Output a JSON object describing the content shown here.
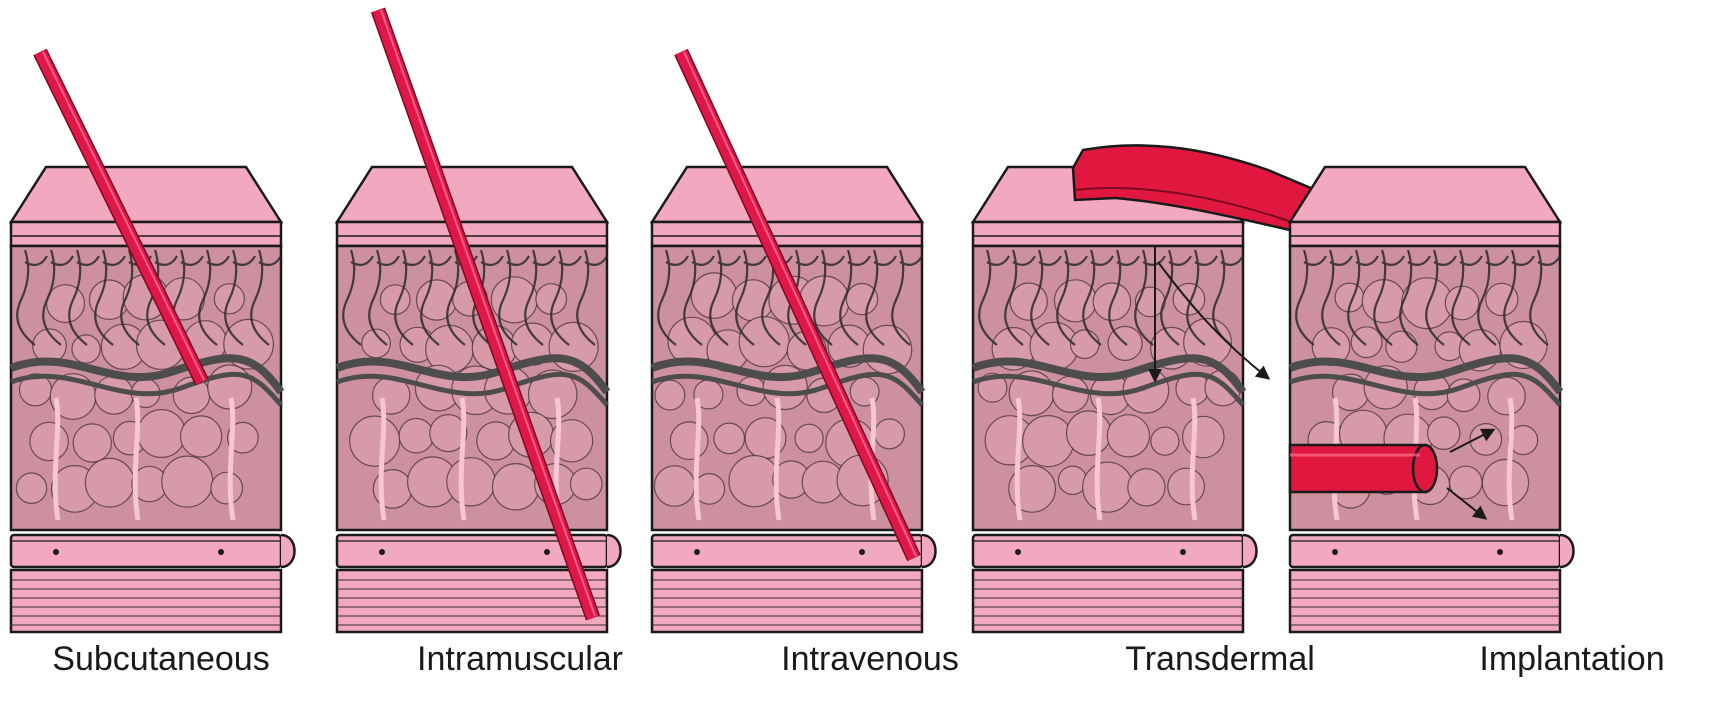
{
  "colors": {
    "skin": "#f2a9c0",
    "tissue": "#cd909e",
    "vessel": "#4d4d4d",
    "needle": "#e0184a",
    "patch": "#e0183f",
    "outline": "#1a1a1a"
  },
  "panels": [
    {
      "id": "subcutaneous",
      "label": "Subcutaneous",
      "device": "needle",
      "icon": "needle-icon"
    },
    {
      "id": "intramuscular",
      "label": "Intramuscular",
      "device": "needle",
      "icon": "needle-icon"
    },
    {
      "id": "intravenous",
      "label": "Intravenous",
      "device": "needle",
      "icon": "needle-icon"
    },
    {
      "id": "transdermal",
      "label": "Transdermal",
      "device": "patch",
      "icon": "patch-icon"
    },
    {
      "id": "implantation",
      "label": "Implantation",
      "device": "implant",
      "icon": "implant-rod-icon"
    }
  ]
}
